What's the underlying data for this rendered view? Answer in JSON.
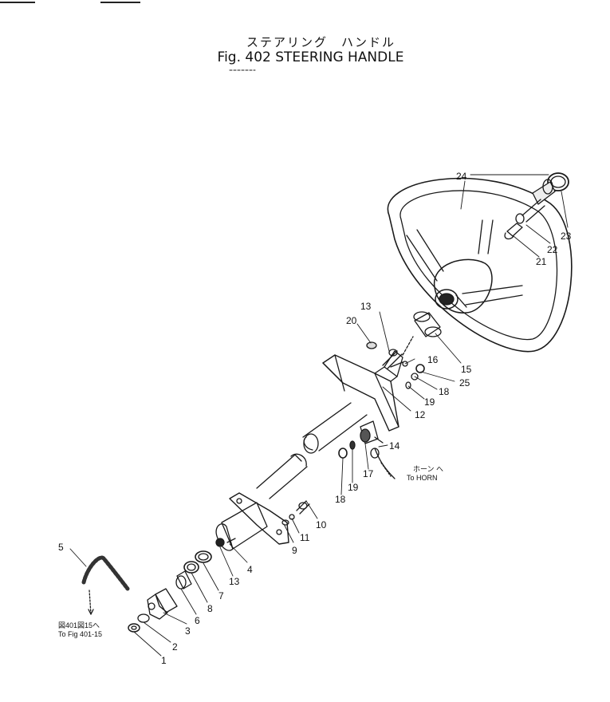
{
  "title": {
    "jp": "ステアリング　ハンドル",
    "en": "Fig. 402  STEERING  HANDLE"
  },
  "notes": {
    "to_horn_jp": "ホーン へ",
    "to_horn_en": "To HORN",
    "to_fig_jp": "図401図15へ",
    "to_fig_en": "To Fig 401-15"
  },
  "labels": {
    "l1": "1",
    "l2": "2",
    "l3": "3",
    "l4": "4",
    "l5": "5",
    "l6": "6",
    "l7": "7",
    "l8": "8",
    "l9": "9",
    "l10": "10",
    "l11": "11",
    "l12": "12",
    "l13a": "13",
    "l13b": "13",
    "l14": "14",
    "l15": "15",
    "l16": "16",
    "l17": "17",
    "l18a": "18",
    "l18b": "18",
    "l19a": "19",
    "l19b": "19",
    "l20": "20",
    "l21": "21",
    "l22": "22",
    "l23": "23",
    "l24": "24",
    "l25": "25"
  }
}
